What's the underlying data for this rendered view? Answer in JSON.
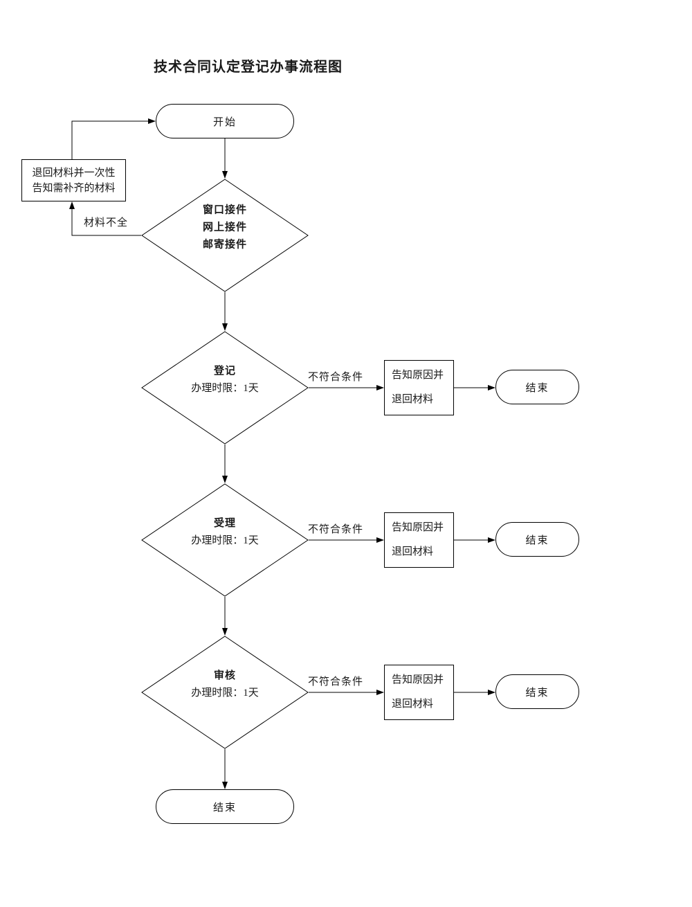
{
  "title": "技术合同认定登记办事流程图",
  "colors": {
    "background": "#ffffff",
    "line": "#000000",
    "text": "#1a1a1a"
  },
  "nodes": {
    "start": {
      "label": "开始"
    },
    "return_box": {
      "line1": "退回材料并一次性",
      "line2": "告知需补齐的材料"
    },
    "intake_diamond": {
      "line1": "窗口接件",
      "line2": "网上接件",
      "line3": "邮寄接件"
    },
    "register_diamond": {
      "name": "登记",
      "time_limit": "办理时限：1天"
    },
    "accept_diamond": {
      "name": "受理",
      "time_limit": "办理时限：1天"
    },
    "review_diamond": {
      "name": "审核",
      "time_limit": "办理时限：1天"
    },
    "final_end": {
      "label": "结束"
    }
  },
  "edge_labels": {
    "materials_incomplete": "材料不全"
  },
  "branches": [
    {
      "condition_label": "不符合条件",
      "box_line1": "告知原因并",
      "box_line2": "退回材料",
      "end_label": "结束"
    },
    {
      "condition_label": "不符合条件",
      "box_line1": "告知原因并",
      "box_line2": "退回材料",
      "end_label": "结束"
    },
    {
      "condition_label": "不符合条件",
      "box_line1": "告知原因并",
      "box_line2": "退回材料",
      "end_label": "结束"
    }
  ]
}
